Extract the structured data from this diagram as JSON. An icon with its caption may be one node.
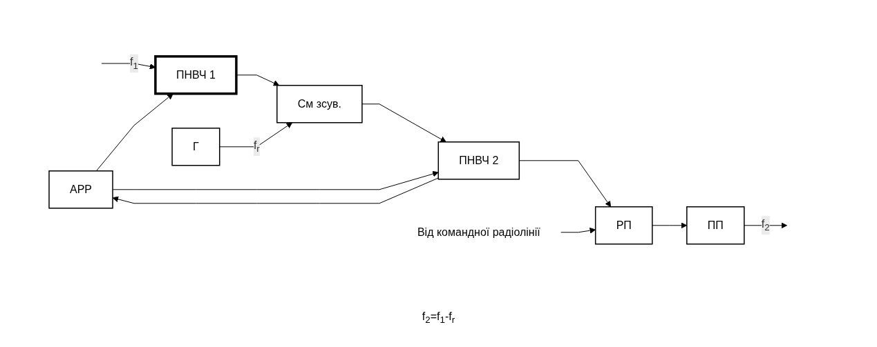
{
  "diagram": {
    "nodes": [
      {
        "text": [
          "АРР"
        ]
      },
      {
        "text": [
          "ПНВЧ 1"
        ]
      },
      {
        "text": [
          "См зсув."
        ]
      },
      {
        "text": [
          "ПНВЧ 2"
        ]
      },
      {
        "text": [
          "РП"
        ]
      },
      {
        "text": [
          "ПП"
        ]
      },
      {
        "text": [
          "Г"
        ]
      },
      {
        "text": [
          "Від командної радіолінії"
        ]
      }
    ],
    "edges": [
      {
        "from": null,
        "to": 1,
        "arrow": "to",
        "label": "f$_{1}$"
      },
      {
        "from": 0,
        "to": 1,
        "arrow": "to"
      },
      {
        "from": 1,
        "to": 2,
        "arrow": "to"
      },
      {
        "from": 6,
        "to": 2,
        "arrow": "to",
        "label": "f$_{r}$"
      },
      {
        "from": 2,
        "to": 3,
        "arrow": "to"
      },
      {
        "from": 0,
        "to": 3,
        "arrow": "to"
      },
      {
        "from": 3,
        "to": 0,
        "arrow": "to"
      },
      {
        "from": 3,
        "to": 4,
        "arrow": "to"
      },
      {
        "from": 7,
        "to": 4,
        "arrow": "to"
      },
      {
        "from": 4,
        "to": 5,
        "arrow": "to"
      },
      {
        "from": 5,
        "to": null,
        "arrow": "to",
        "label": "f$_{2}$"
      }
    ],
    "labels": [
      "f$_{2}$=f$_{1}$-f$_{r}$"
    ]
  }
}
